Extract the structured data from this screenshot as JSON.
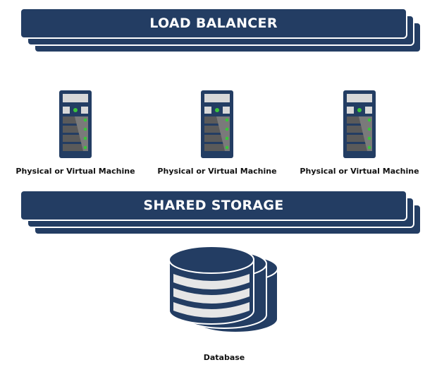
{
  "load_balancer": {
    "title": "LOAD BALANCER"
  },
  "machines": [
    {
      "label": "Physical or Virtual Machine"
    },
    {
      "label": "Physical or Virtual Machine"
    },
    {
      "label": "Physical or Virtual Machine"
    }
  ],
  "shared_storage": {
    "title": "SHARED STORAGE"
  },
  "database": {
    "label": "Database"
  },
  "colors": {
    "primary": "#233d63",
    "server_slot": "#5a5a5a",
    "led": "#3bc43b",
    "disk_band": "#e6e6e6"
  }
}
